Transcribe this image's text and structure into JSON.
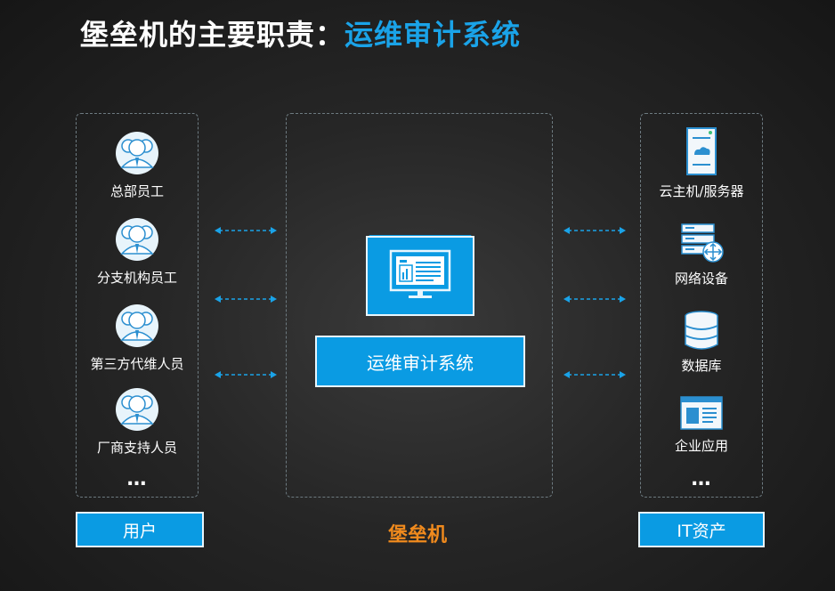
{
  "title": {
    "main": "堡垒机的主要职责：",
    "highlight": "运维审计系统"
  },
  "users": {
    "items": [
      "总部员工",
      "分支机构员工",
      "第三方代维人员",
      "厂商支持人员"
    ],
    "more": "…",
    "tag": "用户"
  },
  "center": {
    "box_label": "运维审计系统",
    "label": "堡垒机"
  },
  "assets": {
    "items": [
      {
        "label": "云主机/服务器",
        "icon": "server-icon"
      },
      {
        "label": "网络设备",
        "icon": "network-device-icon"
      },
      {
        "label": "数据库",
        "icon": "database-icon"
      },
      {
        "label": "企业应用",
        "icon": "enterprise-app-icon"
      }
    ],
    "more": "…",
    "tag": "IT资产"
  },
  "colors": {
    "accent": "#1aa3e8",
    "box": "#0a9be3",
    "orange": "#f08a1d"
  }
}
